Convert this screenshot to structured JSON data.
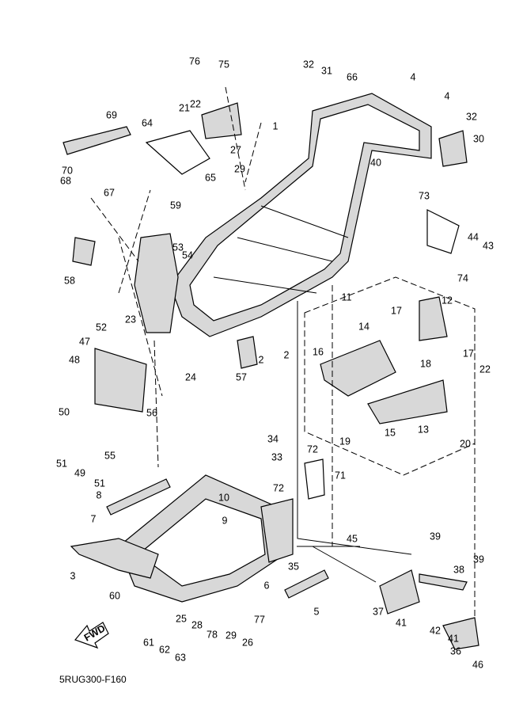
{
  "diagram_code": "5RUG300-F160",
  "fwd_arrow_text": "FWD",
  "callouts": [
    "76",
    "75",
    "32",
    "31",
    "66",
    "4",
    "4",
    "32",
    "22",
    "21",
    "69",
    "1",
    "64",
    "30",
    "27",
    "29",
    "40",
    "70",
    "65",
    "68",
    "67",
    "59",
    "73",
    "44",
    "43",
    "53",
    "54",
    "58",
    "74",
    "11",
    "12",
    "17",
    "23",
    "52",
    "14",
    "16",
    "17",
    "18",
    "22",
    "47",
    "2",
    "2",
    "48",
    "24",
    "57",
    "50",
    "56",
    "15",
    "13",
    "19",
    "20",
    "34",
    "72",
    "33",
    "51",
    "55",
    "49",
    "51",
    "72",
    "71",
    "8",
    "10",
    "9",
    "7",
    "45",
    "39",
    "3",
    "38",
    "39",
    "35",
    "60",
    "6",
    "5",
    "37",
    "41",
    "42",
    "41",
    "25",
    "28",
    "78",
    "77",
    "29",
    "26",
    "36",
    "46",
    "61",
    "62",
    "63"
  ]
}
